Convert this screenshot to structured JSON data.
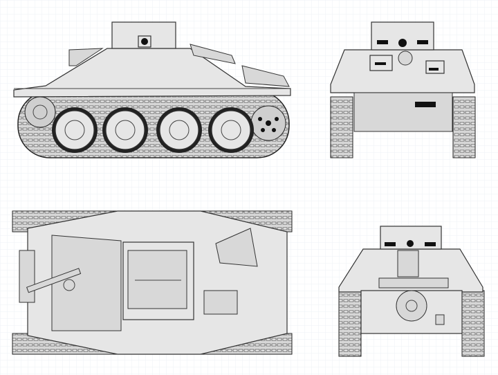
{
  "drawing": {
    "views": [
      "side",
      "front",
      "top",
      "rear"
    ],
    "colors": {
      "hull": "#e6e6e6",
      "outline": "#333333",
      "grid": "#eef2f5",
      "background": "#ffffff"
    }
  }
}
